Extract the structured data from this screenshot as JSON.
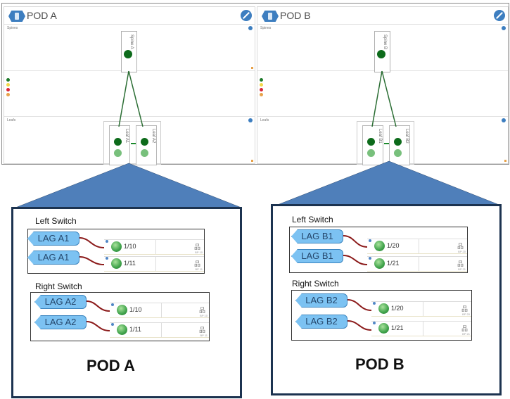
{
  "pods": [
    {
      "title": "POD A",
      "spines_label": "Spines",
      "leafs_label": "Leafs",
      "spine": "Spine A",
      "leafs": [
        "Leaf A1",
        "Leaf A2"
      ],
      "bottom_label": "POD A",
      "switches": [
        {
          "title": "Left Switch",
          "rows": [
            {
              "lag": "LAG A1",
              "port": "1/10",
              "bp": "BP 10"
            },
            {
              "lag": "LAG A1",
              "port": "1/11",
              "bp": "BP 11"
            }
          ]
        },
        {
          "title": "Right Switch",
          "rows": [
            {
              "lag": "LAG A2",
              "port": "1/10",
              "bp": "BP 10"
            },
            {
              "lag": "LAG A2",
              "port": "1/11",
              "bp": "BP 11"
            }
          ]
        }
      ]
    },
    {
      "title": "POD B",
      "spines_label": "Spines",
      "leafs_label": "Leafs",
      "spine": "Spine B",
      "leafs": [
        "Leaf B1",
        "Leaf B2"
      ],
      "bottom_label": "POD B",
      "switches": [
        {
          "title": "Left Switch",
          "rows": [
            {
              "lag": "LAG B1",
              "port": "1/20",
              "bp": "BP 20"
            },
            {
              "lag": "LAG B1",
              "port": "1/21",
              "bp": "BP 21"
            }
          ]
        },
        {
          "title": "Right Switch",
          "rows": [
            {
              "lag": "LAG B2",
              "port": "1/20",
              "bp": "BP 20"
            },
            {
              "lag": "LAG B2",
              "port": "1/21",
              "bp": "BP 21"
            }
          ]
        }
      ]
    }
  ],
  "icons": {
    "network": "引",
    "topology": "network-topology-icon"
  },
  "colors": {
    "pod_accent": "#3d7ec0",
    "link_green": "#2b6e34",
    "triangle": "#4f7fba",
    "panel_border": "#1c3350",
    "lag_fill": "#7cc2f2",
    "cable": "#8b1a1a"
  }
}
